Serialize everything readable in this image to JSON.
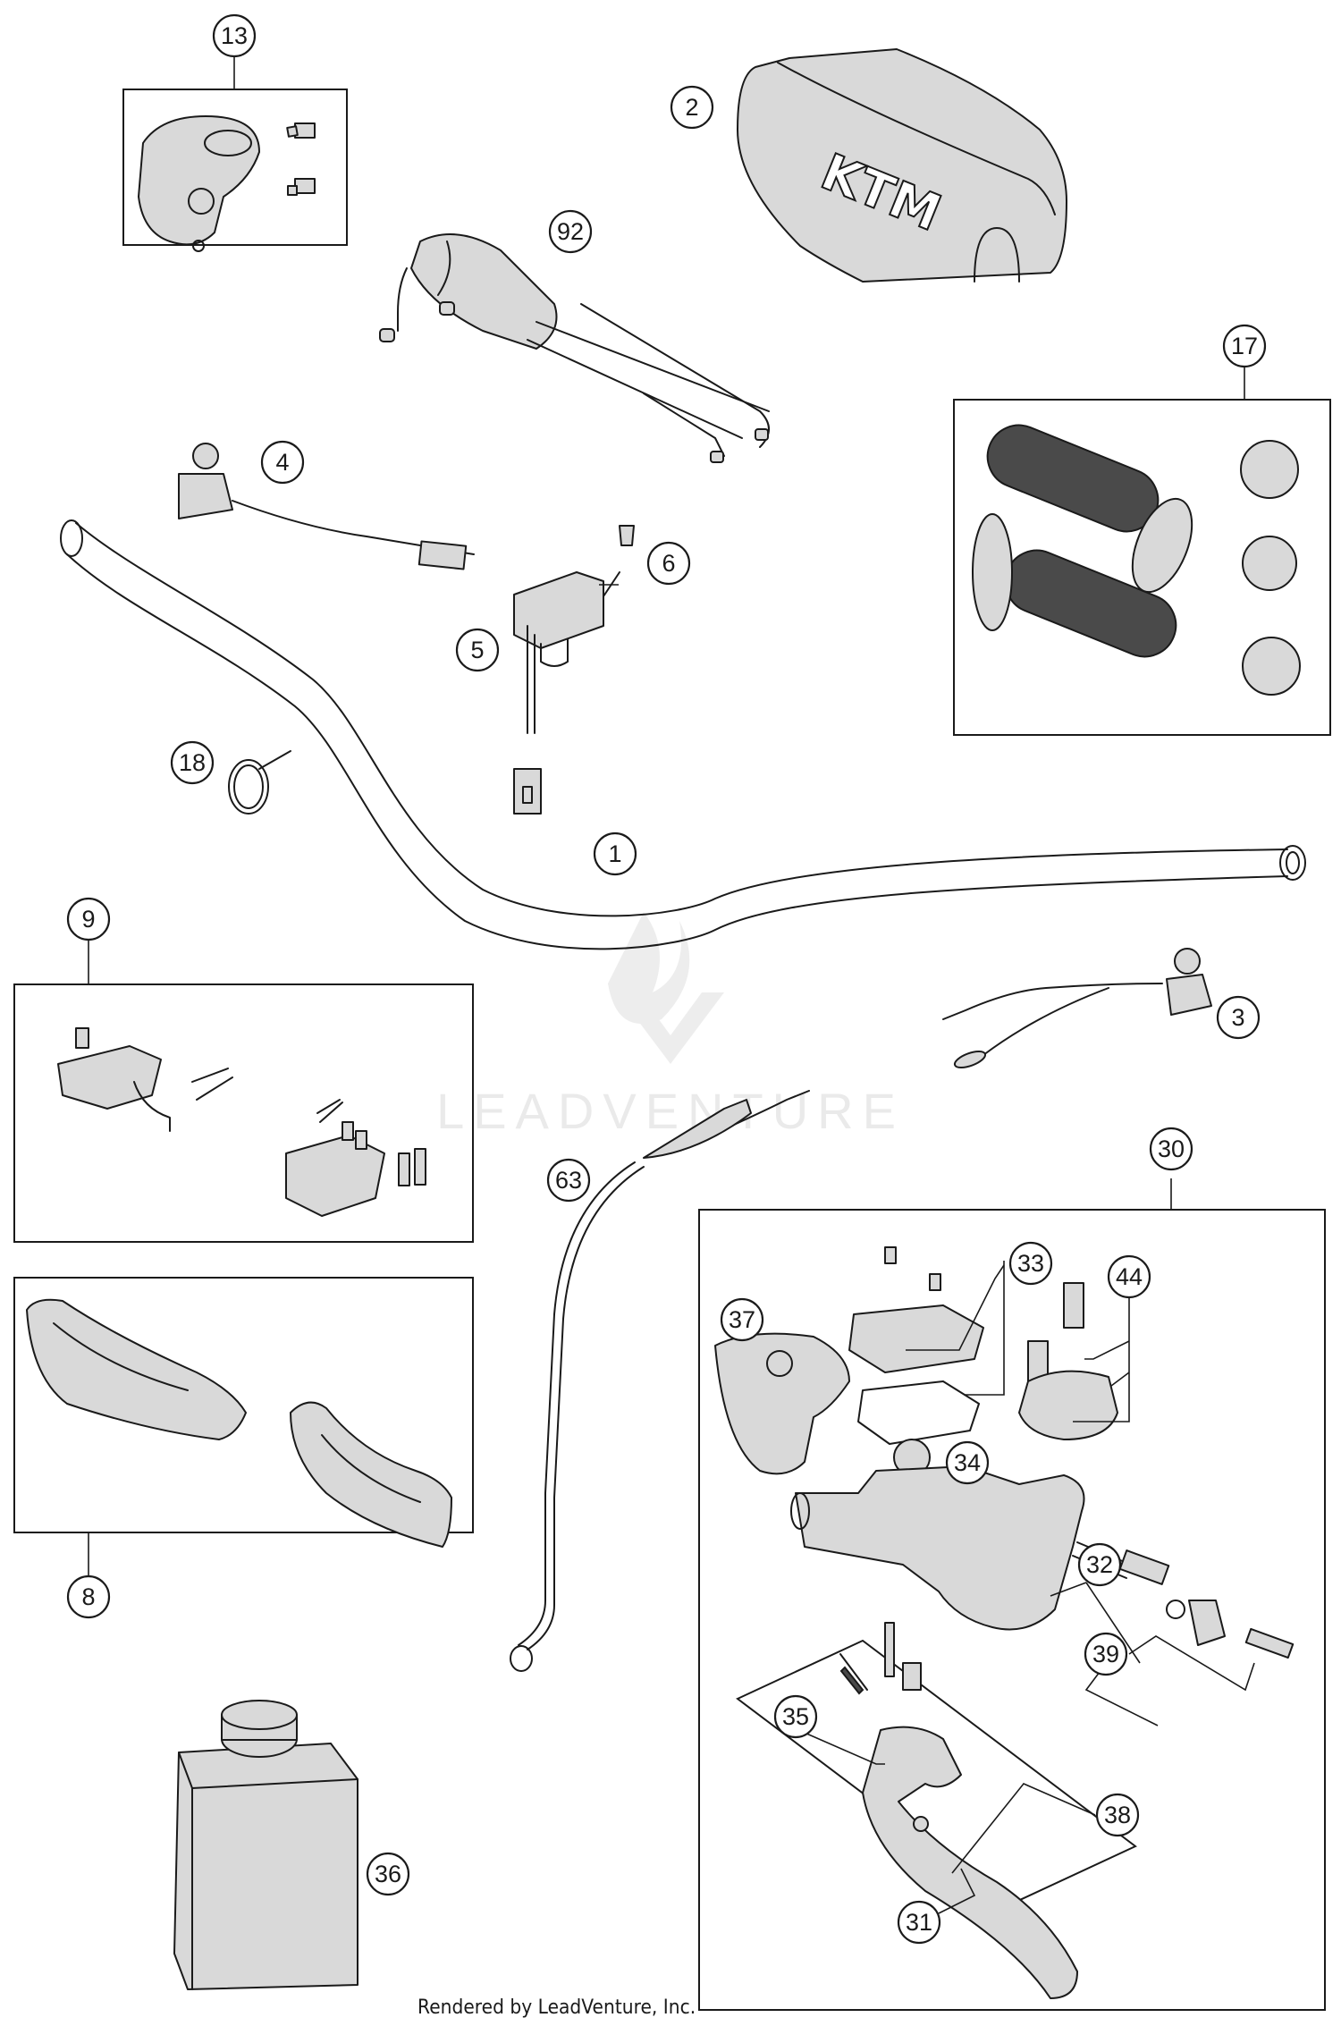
{
  "watermark": "LEADVENTURE",
  "footer": "Rendered by LeadVenture, Inc.",
  "callouts": [
    {
      "id": "13",
      "label": "13"
    },
    {
      "id": "2",
      "label": "2"
    },
    {
      "id": "92",
      "label": "92"
    },
    {
      "id": "17",
      "label": "17"
    },
    {
      "id": "4",
      "label": "4"
    },
    {
      "id": "6",
      "label": "6"
    },
    {
      "id": "5",
      "label": "5"
    },
    {
      "id": "18",
      "label": "18"
    },
    {
      "id": "1",
      "label": "1"
    },
    {
      "id": "9",
      "label": "9"
    },
    {
      "id": "3",
      "label": "3"
    },
    {
      "id": "63",
      "label": "63"
    },
    {
      "id": "30",
      "label": "30"
    },
    {
      "id": "33",
      "label": "33"
    },
    {
      "id": "44",
      "label": "44"
    },
    {
      "id": "37",
      "label": "37"
    },
    {
      "id": "34",
      "label": "34"
    },
    {
      "id": "8",
      "label": "8"
    },
    {
      "id": "32",
      "label": "32"
    },
    {
      "id": "39",
      "label": "39"
    },
    {
      "id": "35",
      "label": "35"
    },
    {
      "id": "36",
      "label": "36"
    },
    {
      "id": "38",
      "label": "38"
    },
    {
      "id": "31",
      "label": "31"
    }
  ]
}
